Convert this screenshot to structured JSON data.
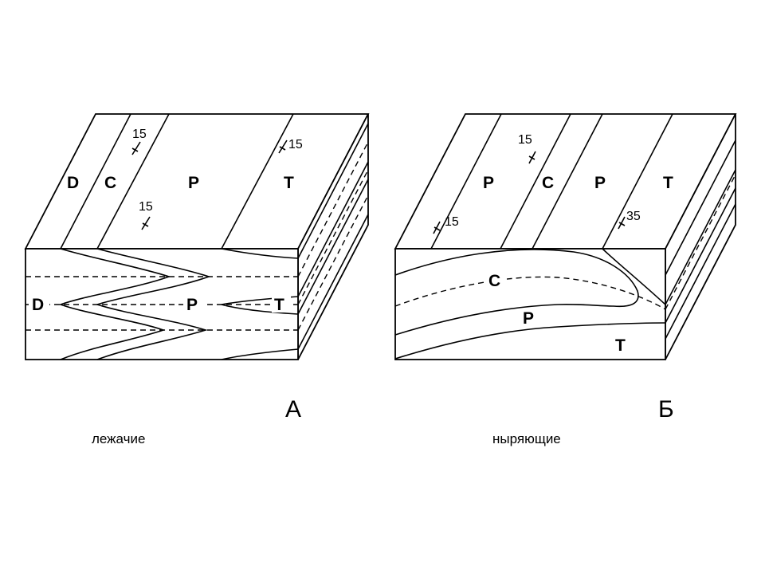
{
  "block_a": {
    "top_labels": [
      "D",
      "C",
      "P",
      "T"
    ],
    "front_labels": [
      "D",
      "P",
      "T"
    ],
    "dips": [
      "15",
      "15",
      "15"
    ],
    "letter": "А",
    "caption": "лежачие"
  },
  "block_b": {
    "top_labels": [
      "P",
      "C",
      "P",
      "T"
    ],
    "front_labels": [
      "C",
      "P",
      "T"
    ],
    "dips": [
      "15",
      "15",
      "35"
    ],
    "letter": "Б",
    "caption": "ныряющие"
  }
}
